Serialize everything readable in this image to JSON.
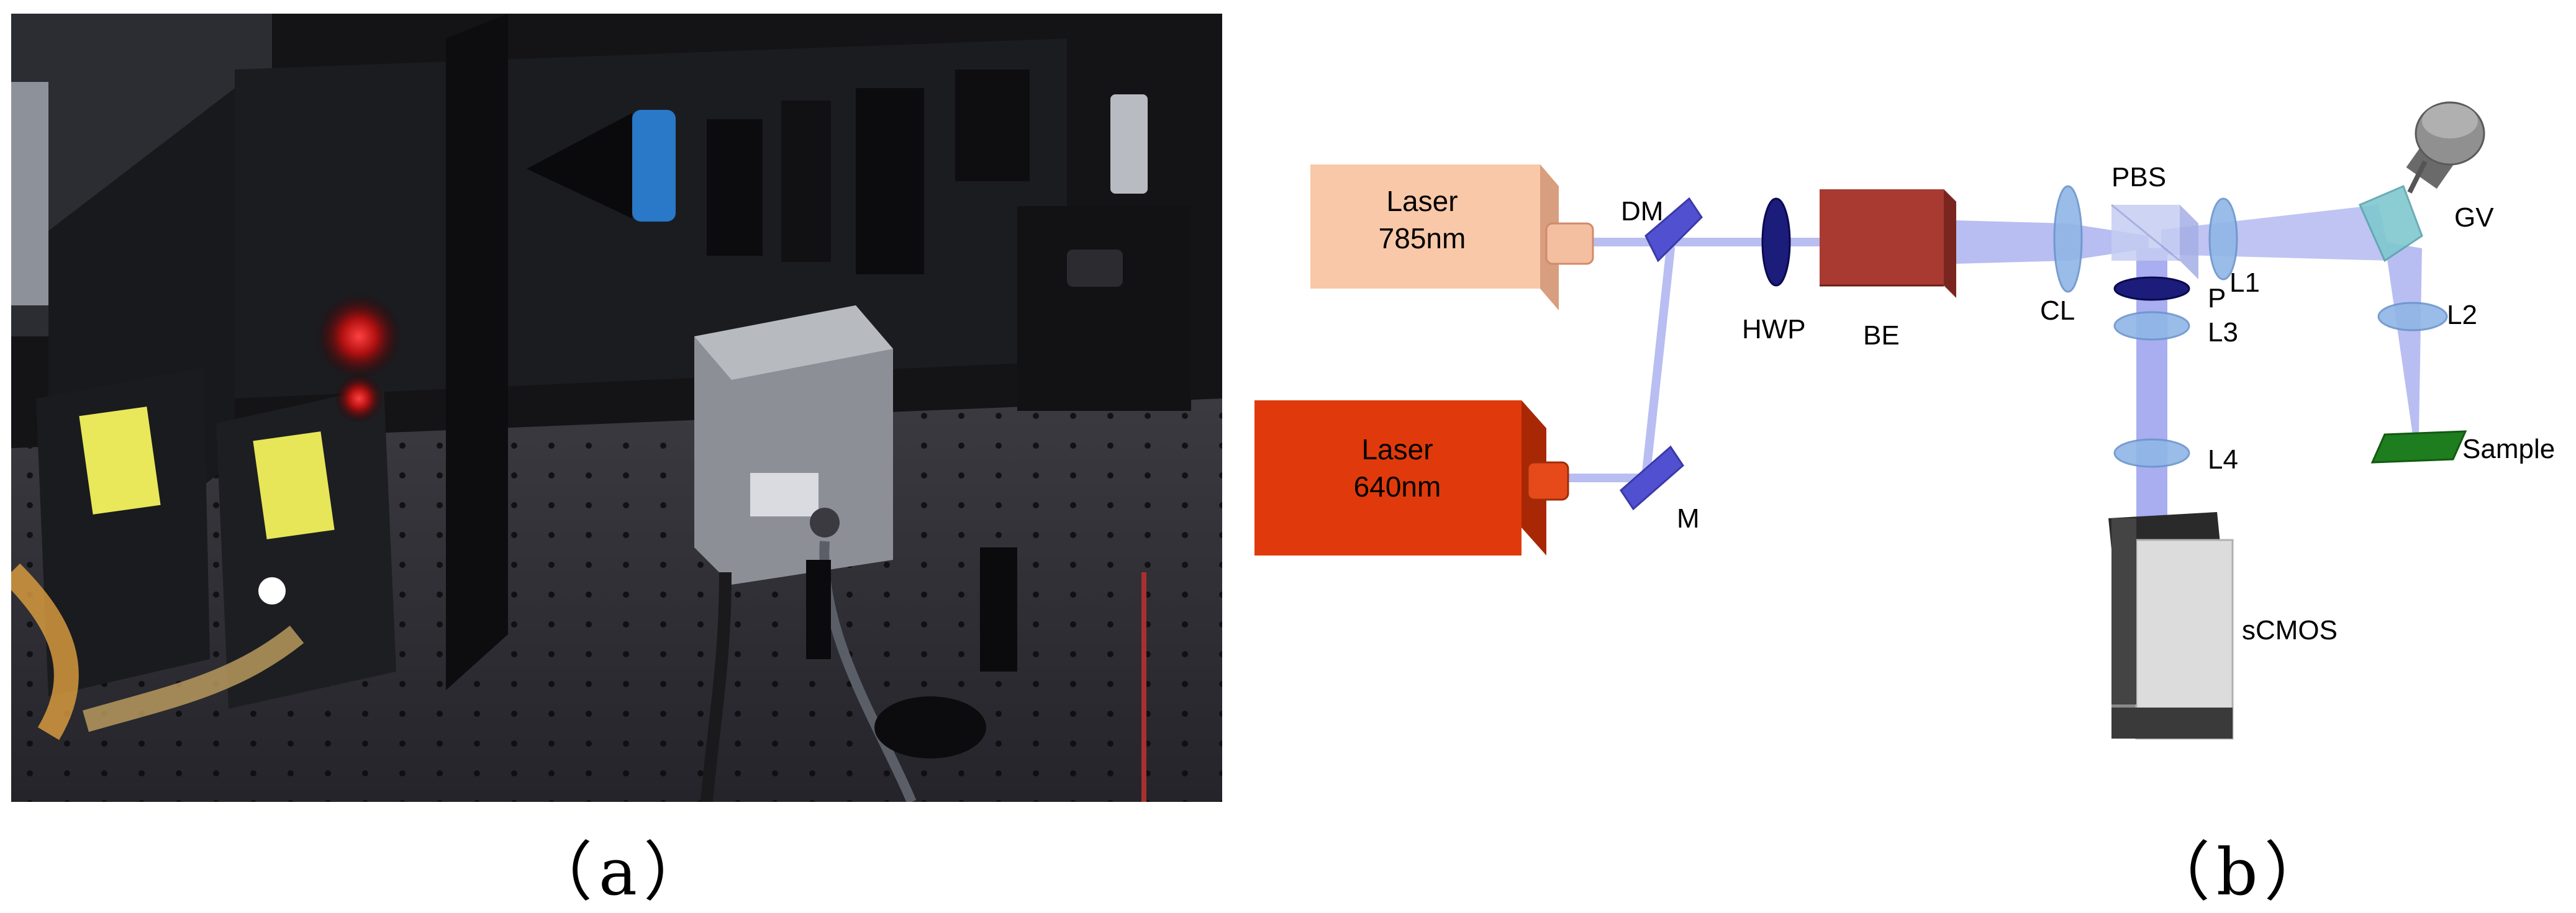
{
  "panel_a": {
    "label": "（a）"
  },
  "panel_b": {
    "label": "（b）",
    "lasers": [
      {
        "line1": "Laser",
        "line2": "785nm",
        "color": "#f9c8a8"
      },
      {
        "line1": "Laser",
        "line2": "640nm",
        "color": "#e03a0c"
      }
    ],
    "components": {
      "dm": "DM",
      "m": "M",
      "hwp": "HWP",
      "be": "BE",
      "cl": "CL",
      "pbs": "PBS",
      "p": "P",
      "l1": "L1",
      "l2": "L2",
      "l3": "L3",
      "l4": "L4",
      "gv": "GV",
      "sample": "Sample",
      "scmos": "sCMOS"
    },
    "colors": {
      "beam": "#b8bef2",
      "lens": "#8fb6e6",
      "mirror": "#5050d0",
      "be": "#a83a32",
      "sample": "#1e7d1e",
      "scmos_body": "#dcdcdc",
      "scmos_top": "#2a2a2a"
    }
  }
}
